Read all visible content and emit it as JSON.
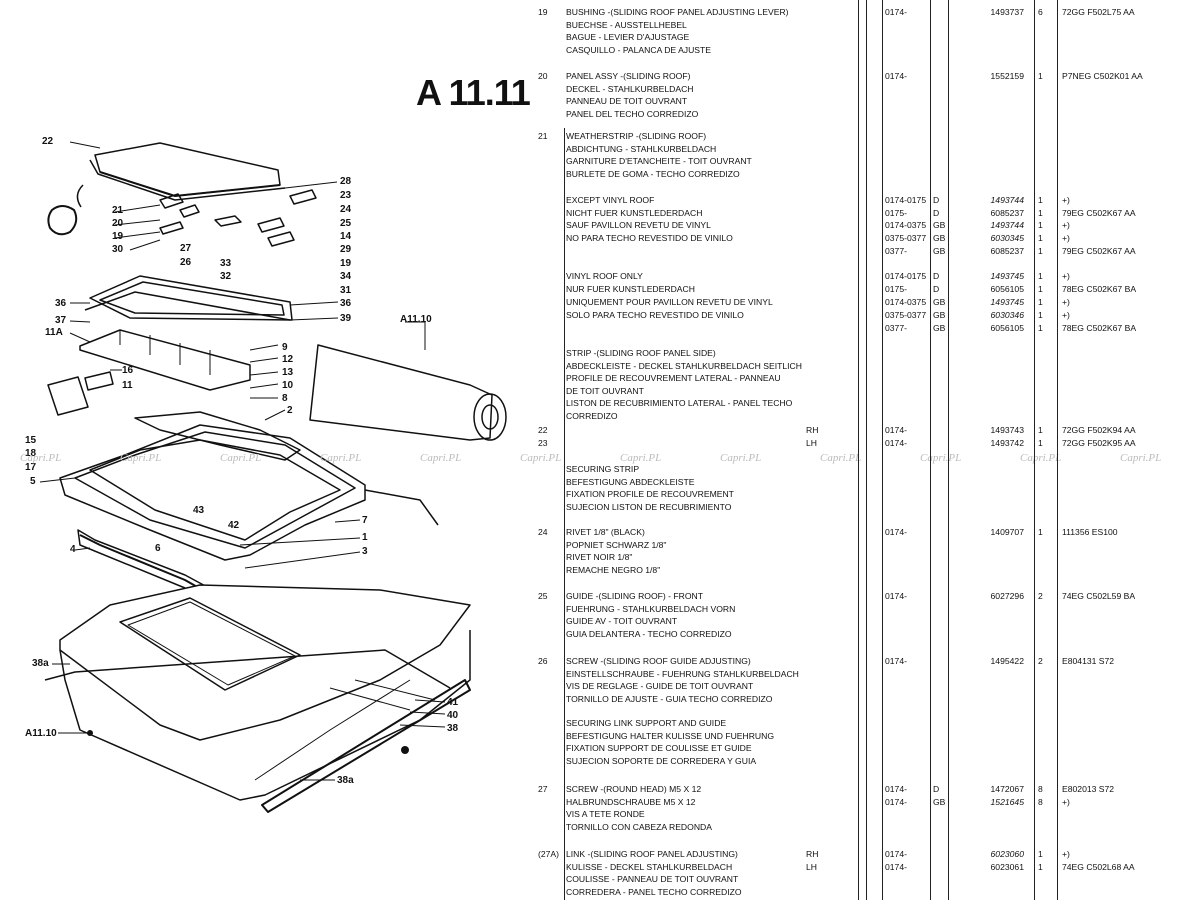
{
  "page_title": "A 11.11",
  "diagram": {
    "callouts": [
      {
        "label": "22",
        "id": "c22"
      },
      {
        "label": "28",
        "id": "c28"
      },
      {
        "label": "21",
        "id": "c21"
      },
      {
        "label": "20",
        "id": "c20"
      },
      {
        "label": "19",
        "id": "c19"
      },
      {
        "label": "30",
        "id": "c30"
      },
      {
        "label": "23",
        "id": "c23"
      },
      {
        "label": "24",
        "id": "c24"
      },
      {
        "label": "25",
        "id": "c25"
      },
      {
        "label": "14",
        "id": "c14"
      },
      {
        "label": "27",
        "id": "c27"
      },
      {
        "label": "26",
        "id": "c26"
      },
      {
        "label": "29",
        "id": "c29"
      },
      {
        "label": "33",
        "id": "c33"
      },
      {
        "label": "32",
        "id": "c32"
      },
      {
        "label": "19",
        "id": "c19b"
      },
      {
        "label": "34",
        "id": "c34"
      },
      {
        "label": "31",
        "id": "c31"
      },
      {
        "label": "36",
        "id": "c36"
      },
      {
        "label": "36",
        "id": "c36b"
      },
      {
        "label": "37",
        "id": "c37"
      },
      {
        "label": "39",
        "id": "c39"
      },
      {
        "label": "11A",
        "id": "c11a"
      },
      {
        "label": "9",
        "id": "c9"
      },
      {
        "label": "12",
        "id": "c12"
      },
      {
        "label": "13",
        "id": "c13"
      },
      {
        "label": "10",
        "id": "c10"
      },
      {
        "label": "8",
        "id": "c8"
      },
      {
        "label": "16",
        "id": "c16"
      },
      {
        "label": "11",
        "id": "c11"
      },
      {
        "label": "15",
        "id": "c15"
      },
      {
        "label": "18",
        "id": "c18"
      },
      {
        "label": "17",
        "id": "c17"
      },
      {
        "label": "5",
        "id": "c5"
      },
      {
        "label": "2",
        "id": "c2"
      },
      {
        "label": "7",
        "id": "c7"
      },
      {
        "label": "43",
        "id": "c43"
      },
      {
        "label": "42",
        "id": "c42"
      },
      {
        "label": "6",
        "id": "c6"
      },
      {
        "label": "1",
        "id": "c1"
      },
      {
        "label": "3",
        "id": "c3"
      },
      {
        "label": "4",
        "id": "c4"
      },
      {
        "label": "38a",
        "id": "c38a"
      },
      {
        "label": "41",
        "id": "c41"
      },
      {
        "label": "40",
        "id": "c40"
      },
      {
        "label": "38",
        "id": "c38"
      },
      {
        "label": "38a",
        "id": "c38a2"
      }
    ],
    "ref_top": "A11.10",
    "ref_bottom": "A11.10"
  },
  "watermark": "Capri.PL",
  "rows": [
    {
      "no": "19",
      "desc": [
        "BUSHING -(SLIDING ROOF PANEL ADJUSTING LEVER)",
        "BUECHSE - AUSSTELLHEBEL",
        "BAGUE - LEVIER D'AJUSTAGE",
        "CASQUILLO - PALANCA DE AJUSTE"
      ],
      "side": "",
      "year": "0174-",
      "code": "",
      "part": "1493737",
      "qty": "6",
      "ford": "72GG F502L75 AA",
      "italic": false
    },
    {
      "no": "20",
      "desc": [
        "PANEL ASSY -(SLIDING ROOF)",
        "DECKEL - STAHLKURBELDACH",
        "PANNEAU DE TOIT OUVRANT",
        "PANEL DEL TECHO CORREDIZO"
      ],
      "side": "",
      "year": "0174-",
      "code": "",
      "part": "1552159",
      "qty": "1",
      "ford": "P7NEG C502K01 AA",
      "italic": false
    },
    {
      "no": "21",
      "desc": [
        "WEATHERSTRIP -(SLIDING ROOF)",
        "ABDICHTUNG - STAHLKURBELDACH",
        "GARNITURE D'ETANCHEITE - TOIT OUVRANT",
        "BURLETE DE GOMA - TECHO CORREDIZO"
      ],
      "side": "",
      "year": "",
      "code": "",
      "part": "",
      "qty": "",
      "ford": "",
      "italic": false
    },
    {
      "no": "",
      "desc": [
        "EXCEPT VINYL ROOF"
      ],
      "side": "",
      "year": "0174-0175",
      "code": "D",
      "part": "1493744",
      "qty": "1",
      "ford": "+)",
      "italic": true
    },
    {
      "no": "",
      "desc": [
        "NICHT FUER KUNSTLEDERDACH"
      ],
      "side": "",
      "year": "0175-",
      "code": "D",
      "part": "6085237",
      "qty": "1",
      "ford": "79EG C502K67 AA",
      "italic": false
    },
    {
      "no": "",
      "desc": [
        "SAUF PAVILLON REVETU DE VINYL"
      ],
      "side": "",
      "year": "0174-0375",
      "code": "GB",
      "part": "1493744",
      "qty": "1",
      "ford": "+)",
      "italic": true
    },
    {
      "no": "",
      "desc": [
        "NO PARA TECHO REVESTIDO DE VINILO"
      ],
      "side": "",
      "year": "0375-0377",
      "code": "GB",
      "part": "6030345",
      "qty": "1",
      "ford": "+)",
      "italic": true
    },
    {
      "no": "",
      "desc": [
        ""
      ],
      "side": "",
      "year": "0377-",
      "code": "GB",
      "part": "6085237",
      "qty": "1",
      "ford": "79EG C502K67 AA",
      "italic": false
    },
    {
      "no": "",
      "desc": [
        "VINYL ROOF ONLY"
      ],
      "side": "",
      "year": "0174-0175",
      "code": "D",
      "part": "1493745",
      "qty": "1",
      "ford": "+)",
      "italic": true
    },
    {
      "no": "",
      "desc": [
        "NUR FUER KUNSTLEDERDACH"
      ],
      "side": "",
      "year": "0175-",
      "code": "D",
      "part": "6056105",
      "qty": "1",
      "ford": "78EG C502K67 BA",
      "italic": false
    },
    {
      "no": "",
      "desc": [
        "UNIQUEMENT POUR PAVILLON REVETU DE VINYL"
      ],
      "side": "",
      "year": "0174-0375",
      "code": "GB",
      "part": "1493745",
      "qty": "1",
      "ford": "+)",
      "italic": true
    },
    {
      "no": "",
      "desc": [
        "SOLO PARA TECHO REVESTIDO DE VINILO"
      ],
      "side": "",
      "year": "0375-0377",
      "code": "GB",
      "part": "6030346",
      "qty": "1",
      "ford": "+)",
      "italic": true
    },
    {
      "no": "",
      "desc": [
        ""
      ],
      "side": "",
      "year": "0377-",
      "code": "GB",
      "part": "6056105",
      "qty": "1",
      "ford": "78EG C502K67 BA",
      "italic": false
    },
    {
      "no": "",
      "desc": [
        "STRIP -(SLIDING ROOF PANEL SIDE)",
        "ABDECKLEISTE - DECKEL STAHLKURBELDACH SEITLICH",
        "PROFILE DE RECOUVREMENT LATERAL - PANNEAU",
        "DE TOIT OUVRANT",
        "LISTON DE RECUBRIMIENTO LATERAL - PANEL TECHO",
        "CORREDIZO"
      ],
      "side": "",
      "year": "",
      "code": "",
      "part": "",
      "qty": "",
      "ford": "",
      "italic": false
    },
    {
      "no": "22",
      "desc": [
        ""
      ],
      "side": "RH",
      "year": "0174-",
      "code": "",
      "part": "1493743",
      "qty": "1",
      "ford": "72GG F502K94 AA",
      "italic": false
    },
    {
      "no": "23",
      "desc": [
        ""
      ],
      "side": "LH",
      "year": "0174-",
      "code": "",
      "part": "1493742",
      "qty": "1",
      "ford": "72GG F502K95 AA",
      "italic": false
    },
    {
      "no": "",
      "desc": [
        "SECURING STRIP",
        "BEFESTIGUNG ABDECKLEISTE",
        "FIXATION PROFILE DE RECOUVREMENT",
        "SUJECION LISTON DE RECUBRIMIENTO"
      ],
      "side": "",
      "year": "",
      "code": "",
      "part": "",
      "qty": "",
      "ford": "",
      "italic": false
    },
    {
      "no": "24",
      "desc": [
        "RIVET 1/8\" (BLACK)",
        "POPNIET SCHWARZ 1/8\"",
        "RIVET NOIR 1/8\"",
        "REMACHE NEGRO 1/8\""
      ],
      "side": "",
      "year": "0174-",
      "code": "",
      "part": "1409707",
      "qty": "1",
      "ford": "111356 ES100",
      "italic": false
    },
    {
      "no": "25",
      "desc": [
        "GUIDE -(SLIDING ROOF) - FRONT",
        "FUEHRUNG - STAHLKURBELDACH VORN",
        "GUIDE AV - TOIT OUVRANT",
        "GUIA DELANTERA - TECHO CORREDIZO"
      ],
      "side": "",
      "year": "0174-",
      "code": "",
      "part": "6027296",
      "qty": "2",
      "ford": "74EG C502L59 BA",
      "italic": false
    },
    {
      "no": "26",
      "desc": [
        "SCREW -(SLIDING ROOF GUIDE ADJUSTING)",
        "EINSTELLSCHRAUBE - FUEHRUNG STAHLKURBELDACH",
        "VIS DE REGLAGE - GUIDE DE TOIT OUVRANT",
        "TORNILLO DE AJUSTE - GUIA TECHO CORREDIZO"
      ],
      "side": "",
      "year": "0174-",
      "code": "",
      "part": "1495422",
      "qty": "2",
      "ford": "E804131 S72",
      "italic": false
    },
    {
      "no": "",
      "desc": [
        "SECURING LINK SUPPORT AND GUIDE",
        "BEFESTIGUNG HALTER KULISSE UND FUEHRUNG",
        "FIXATION SUPPORT DE COULISSE ET GUIDE",
        "SUJECION SOPORTE DE CORREDERA Y GUIA"
      ],
      "side": "",
      "year": "",
      "code": "",
      "part": "",
      "qty": "",
      "ford": "",
      "italic": false
    },
    {
      "no": "27",
      "desc": [
        "SCREW -(ROUND HEAD)      M5 X 12",
        "HALBRUNDSCHRAUBE           M5 X 12",
        "VIS A TETE RONDE",
        "TORNILLO CON CABEZA REDONDA"
      ],
      "side": "",
      "year": "0174-",
      "code": "D",
      "part": "1472067",
      "qty": "8",
      "ford": "E802013 S72",
      "italic": false
    },
    {
      "no": "",
      "desc": [
        ""
      ],
      "side": "",
      "year": "0174-",
      "code": "GB",
      "part": "1521645",
      "qty": "8",
      "ford": "+)",
      "italic": true
    },
    {
      "no": "(27A)",
      "desc": [
        "LINK -(SLIDING ROOF PANEL ADJUSTING)",
        "KULISSE - DECKEL STAHLKURBELDACH",
        "COULISSE - PANNEAU DE TOIT OUVRANT",
        "CORREDERA - PANEL TECHO CORREDIZO"
      ],
      "side": "RH",
      "year": "0174-",
      "code": "",
      "part": "6023060",
      "qty": "1",
      "ford": "+)",
      "italic": true
    },
    {
      "no": "",
      "desc": [
        ""
      ],
      "side": "LH",
      "year": "0174-",
      "code": "",
      "part": "6023061",
      "qty": "1",
      "ford": "74EG C502L68 AA",
      "italic": false
    }
  ]
}
